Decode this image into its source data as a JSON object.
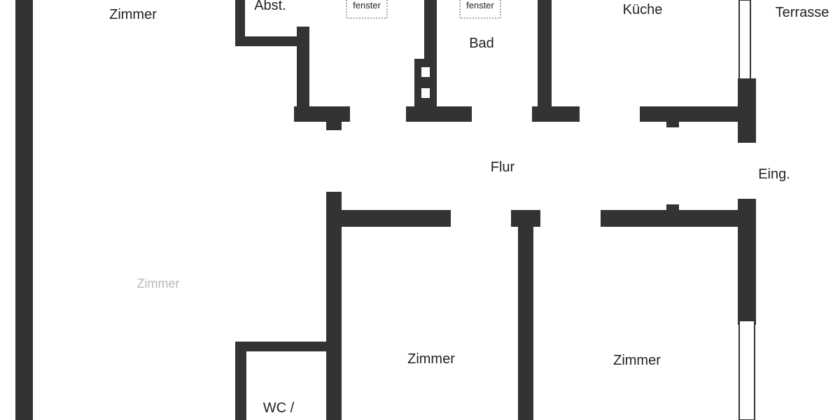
{
  "rooms": {
    "zimmer_top_left": "Zimmer",
    "abstellraum": "Abst.",
    "bad": "Bad",
    "kueche": "Küche",
    "terrasse": "Terrasse",
    "flur": "Flur",
    "eingang": "Eing.",
    "zimmer_left_faint": "Zimmer",
    "zimmer_middle": "Zimmer",
    "zimmer_right": "Zimmer",
    "wc": "WC /"
  },
  "windows": {
    "window_1": "fenster",
    "window_2": "fenster"
  },
  "colors": {
    "wall": "#333333",
    "background": "#ffffff",
    "text": "#222222",
    "faint_text": "#b8b8b8"
  }
}
